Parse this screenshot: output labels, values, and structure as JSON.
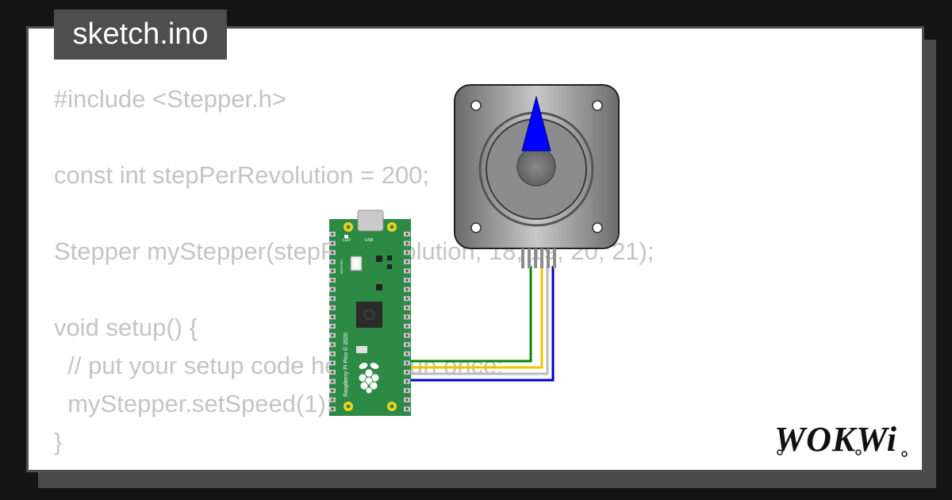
{
  "file_tab": {
    "label": "sketch.ino"
  },
  "code_lines": [
    "#include <Stepper.h>",
    "",
    "const int stepPerRevolution = 200;",
    "",
    "Stepper myStepper(stepPerRevolution, 18, 19, 20, 21);",
    "",
    "void setup() {",
    "  // put your setup code here, to run once:",
    "  myStepper.setSpeed(1);",
    "}"
  ],
  "board": {
    "name_text": "Raspberry Pi Pico © 2020",
    "led_label": "LED",
    "usb_label": "USB",
    "bootsel_label": "BOOTSEL"
  },
  "wires": {
    "colors": [
      "#008800",
      "#f2c400",
      "#bbbbbb",
      "#0000cc"
    ]
  },
  "motor": {
    "pointer_color": "#0000ff"
  },
  "brand": {
    "logo_text": "WOKWi"
  },
  "colors": {
    "background": "#151515",
    "card": "#ffffff",
    "tab": "#4e4e4e",
    "code_text": "#c4c4c4",
    "board_green": "#2c8a45",
    "pad_gold": "#f4d21f"
  }
}
